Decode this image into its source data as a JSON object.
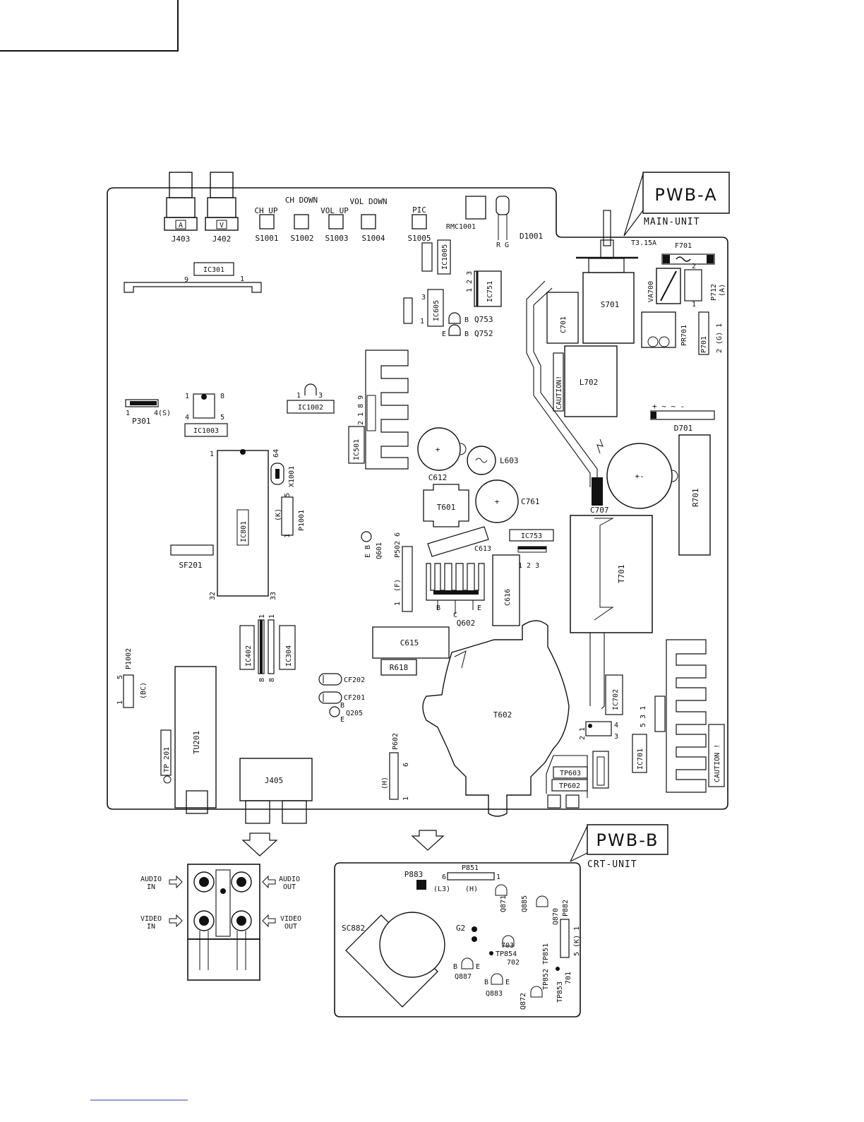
{
  "colors": {
    "ink": "#111111",
    "paper": "#ffffff",
    "footer_line": "#2a3fa8"
  },
  "pwb_a": {
    "title": "PWB-A",
    "subtitle": "MAIN-UNIT"
  },
  "pwb_b": {
    "title": "PWB-B",
    "subtitle": "CRT-UNIT"
  },
  "labels": {
    "j403": "J403",
    "j403_mark": "A",
    "j402": "J402",
    "j402_mark": "V",
    "ch_down": "CH DOWN",
    "vol_down": "VOL DOWN",
    "ch_up": "CH UP",
    "vol_up": "VOL UP",
    "pic": "PIC",
    "s1001": "S1001",
    "s1002": "S1002",
    "s1003": "S1003",
    "s1004": "S1004",
    "s1005": "S1005",
    "rmc1001": "RMC1001",
    "d1001": "D1001",
    "rg": "R G",
    "ic1005": "IC1005",
    "ic751": "IC751",
    "ic751_pins": "1 2 3",
    "ic605": "IC605",
    "ic605_p1": "1",
    "ic605_p3": "3",
    "q753": "Q753",
    "q752": "Q752",
    "q75x_b": "B",
    "q75x_e": "E",
    "t315a": "T3.15A",
    "f701": "F701",
    "va700": "VA700",
    "p712": "P712",
    "p712_a": "(A)",
    "p712_p1": "1",
    "p712_p2": "2",
    "s701": "S701",
    "c701": "C701",
    "pr701": "PR701",
    "p701": "P701",
    "p701_g": "2 (G) 1",
    "l702": "L702",
    "caution": "CAUTION!",
    "d701": "D701",
    "d701_polarity": "+ ~ ~ -",
    "ic301": "IC301",
    "ic301_p9": "9",
    "ic301_p1": "1",
    "ic1002": "IC1002",
    "ic1002_pins": "1",
    "ic1002_p3": "3",
    "p301": "P301",
    "p301_p1": "1",
    "p301_p4": "4(S)",
    "ic1003": "IC1003",
    "ic1003_p1": "1",
    "ic1003_p8": "8",
    "ic1003_p4": "4",
    "ic1003_p5": "5",
    "ic501": "IC501",
    "ic501_pins": "2 1 8 9",
    "c612": "C612",
    "l603": "L603",
    "c707": "C707",
    "r701": "R701",
    "c761": "C761",
    "t601": "T601",
    "ic801": "IC801",
    "ic801_p1": "1",
    "ic801_p64": "64",
    "ic801_p32": "32",
    "ic801_p33": "33",
    "x1001": "X1001",
    "p1001": "P1001",
    "p1001_k": "(K)",
    "p1001_p5": "5",
    "p1001_p1": "1",
    "sf201": "SF201",
    "q601": "Q601",
    "q601_eb": "E B",
    "p502": "P502",
    "p502_f": "(F)",
    "p502_p6": "6",
    "p502_p1": "1",
    "c613": "C613",
    "ic753": "IC753",
    "ic753_pins": "1 2 3",
    "c616": "C616",
    "q602": "Q602",
    "q602_b": "B",
    "q602_c": "C",
    "q602_e": "E",
    "t701": "T701",
    "ic402": "IC402",
    "ic304": "IC304",
    "pin1": "1",
    "pin8": "8",
    "c615": "C615",
    "r618": "R618",
    "p1002": "P1002",
    "p1002_bc": "(BC)",
    "p1002_p5": "5",
    "p1002_p1": "1",
    "cf202": "CF202",
    "cf201": "CF201",
    "q205": "Q205",
    "q205_b": "B",
    "q205_e": "E",
    "t602": "T602",
    "ic702": "IC702",
    "ic702_pins": "2 1",
    "ic702_p3": "3",
    "ic702_p4": "4",
    "ic701": "IC701",
    "ic701_pins": "5 3 1",
    "caution2": "CAUTION !",
    "tu201": "TU201",
    "tp201": "TP 201",
    "j405": "J405",
    "p602": "P602",
    "p602_h": "(H)",
    "p602_p6": "6",
    "p602_p1": "1",
    "tp603": "TP603",
    "tp602": "TP602"
  },
  "jack": {
    "audio_in": "AUDIO\nIN",
    "audio_out": "AUDIO\nOUT",
    "video_in": "VIDEO\nIN",
    "video_out": "VIDEO\nOUT"
  },
  "crt": {
    "p883": "P883",
    "p883_l3": "(L3)",
    "p851": "P851",
    "p851_h": "(H)",
    "p851_p6": "6",
    "p851_p1": "1",
    "sc882": "SC882",
    "g2": "G2",
    "q871": "Q871",
    "q885": "Q885",
    "q870": "Q870",
    "q887": "Q887",
    "q883": "Q883",
    "q872": "Q872",
    "b": "B",
    "e": "E",
    "tp851": "TP851",
    "tp852": "TP852",
    "tp853": "TP853",
    "tp854": "TP854",
    "n703": "703",
    "n702": "702",
    "n701": "701",
    "p882": "P882",
    "p882_k": "5 (K) 1"
  }
}
